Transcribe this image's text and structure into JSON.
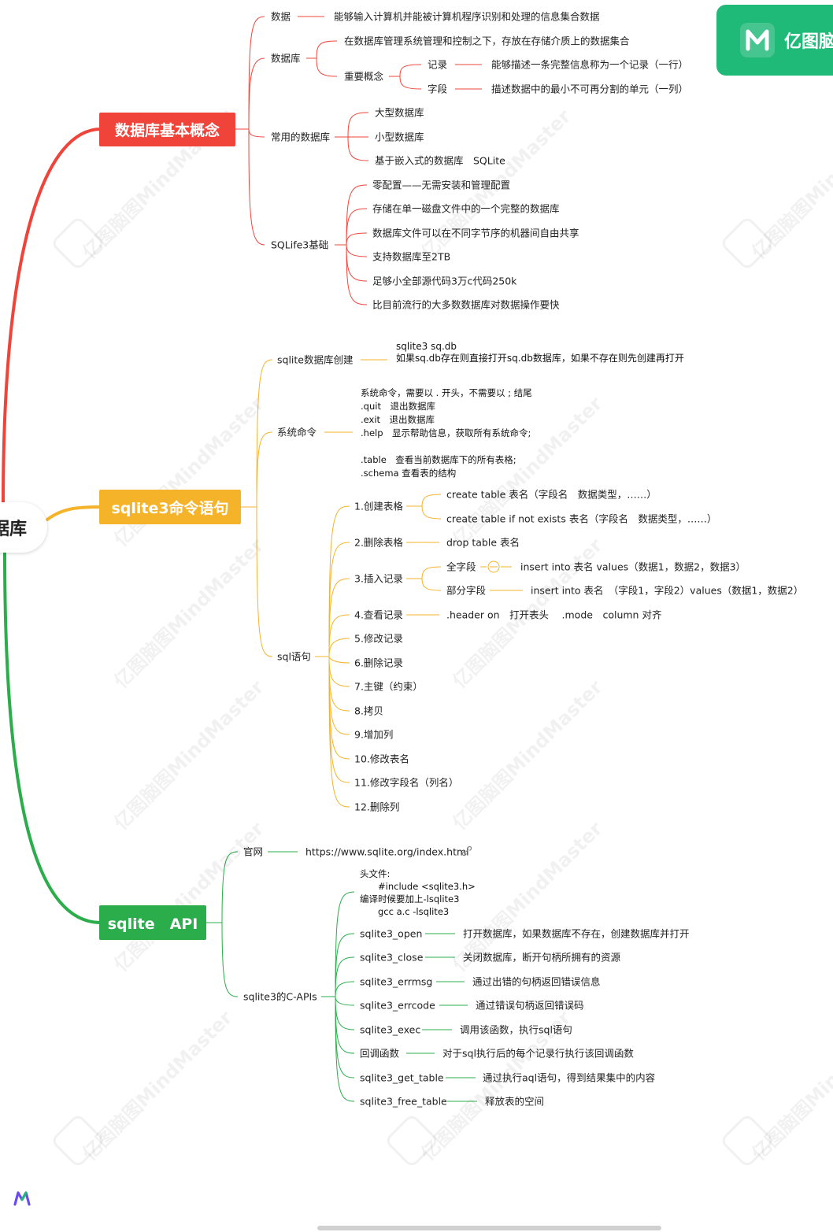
{
  "brand": {
    "name": "亿图脑",
    "logo_icon": "mindmaster-logo-icon",
    "color": "#1fb978"
  },
  "watermark": "亿图脑图MindMaster",
  "root": {
    "label": "据库"
  },
  "colors": {
    "red": "#f0443a",
    "yellow": "#f5b32a",
    "green": "#2aad4a"
  },
  "sections": {
    "basic": {
      "title": "数据库基本概念",
      "data": {
        "label": "数据",
        "desc": "能够输入计算机并能被计算机程序识别和处理的信息集合数据"
      },
      "db": {
        "label": "数据库",
        "desc": "在数据库管理系统管理和控制之下，存放在存储介质上的数据集合",
        "concepts": {
          "label": "重要概念",
          "record": {
            "label": "记录",
            "desc": "能够描述一条完整信息称为一个记录（一行）"
          },
          "field": {
            "label": "字段",
            "desc": "描述数据中的最小不可再分割的单元（一列）"
          }
        }
      },
      "common": {
        "label": "常用的数据库",
        "items": [
          "大型数据库",
          "小型数据库",
          "基于嵌入式的数据库　SQLite"
        ]
      },
      "sqlite3": {
        "label": "SQLife3基础",
        "items": [
          "零配置——无需安装和管理配置",
          "存储在单一磁盘文件中的一个完整的数据库",
          "数据库文件可以在不同字节序的机器间自由共享",
          "支持数据库至2TB",
          "足够小全部源代码3万c代码250k",
          "比目前流行的大多数数据库对数据操作要快"
        ]
      }
    },
    "commands": {
      "title": "sqlite3命令语句",
      "create_db": {
        "label": "sqlite数据库创建",
        "text": "sqlite3 sq.db\n如果sq.db存在则直接打开sq.db数据库，如果不存在则先创建再打开"
      },
      "sys_cmd": {
        "label": "系统命令",
        "text": "系统命令，需要以 . 开头，不需要以 ; 结尾\n.quit　退出数据库\n.exit　退出数据库\n.help　显示帮助信息，获取所有系统命令;\n\n.table　查看当前数据库下的所有表格;\n.schema 查看表的结构"
      },
      "sql": {
        "label": "sql语句",
        "create_table": {
          "label": "1.创建表格",
          "items": [
            "create table  表名（字段名　数据类型，……）",
            "create table if not exists  表名（字段名　数据类型，……）"
          ]
        },
        "drop_table": {
          "label": "2.删除表格",
          "item": "drop table 表名"
        },
        "insert": {
          "label": "3.插入记录",
          "all": {
            "label": "全字段",
            "item": "insert into 表名 values（数据1，数据2，数据3）"
          },
          "part": {
            "label": "部分字段",
            "item": "insert into 表名　（字段1，字段2）values（数据1，数据2）"
          }
        },
        "select": {
          "label": "4.查看记录",
          "item": ".header on　打开表头　 .mode　column 对齐"
        },
        "others": [
          "5.修改记录",
          "6.删除记录",
          "7.主键（约束）",
          "8.拷贝",
          "9.增加列",
          "10.修改表名",
          "11.修改字段名（列名）",
          "12.删除列"
        ]
      }
    },
    "api": {
      "title": "sqlite　API",
      "site": {
        "label": "官网",
        "url": "https://www.sqlite.org/index.html",
        "icon": "link-icon"
      },
      "capi": {
        "label": "sqlite3的C-APIs",
        "header": "头文件:\n　　#include <sqlite3.h>\n编译时候要加上-lsqlite3\n　　gcc a.c -lsqlite3",
        "funcs": [
          {
            "name": "sqlite3_open",
            "desc": "打开数据库，如果数据库不存在，创建数据库并打开"
          },
          {
            "name": "sqlite3_close",
            "desc": "关闭数据库，断开句柄所拥有的资源"
          },
          {
            "name": "sqlite3_errmsg",
            "desc": "通过出错的句柄返回错误信息"
          },
          {
            "name": "sqlite3_errcode",
            "desc": "通过错误句柄返回错误码"
          },
          {
            "name": "sqlite3_exec",
            "desc": "调用该函数，执行sql语句"
          },
          {
            "name": "回调函数",
            "desc": "对于sql执行后的每个记录行执行该回调函数"
          },
          {
            "name": "sqlite3_get_table",
            "desc": "通过执行aql语句，得到结果集中的内容"
          },
          {
            "name": "sqlite3_free_table",
            "desc": "释放表的空间"
          }
        ]
      }
    }
  }
}
